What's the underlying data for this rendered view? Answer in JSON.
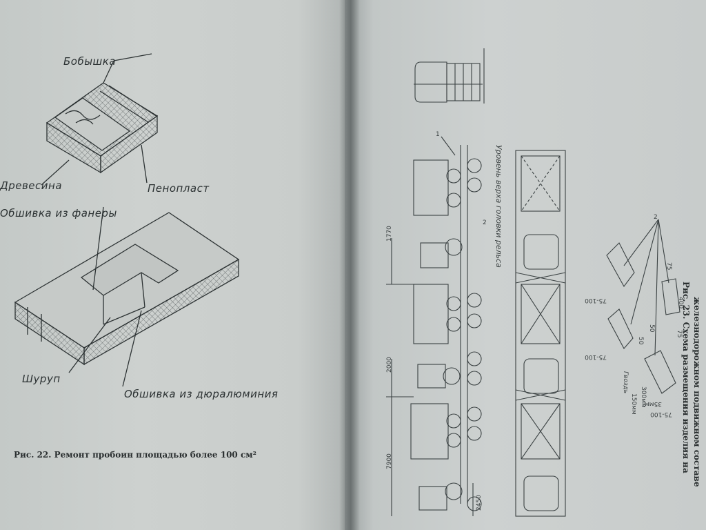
{
  "left_page": {
    "labels": {
      "boss": "Бобышка",
      "veneer": "Древесина",
      "foam": "Пенопласт",
      "plywood_skin": "Обшивка из фанеры",
      "screw": "Шуруп",
      "duralumin_skin": "Обшивка из дюралюминия"
    },
    "caption": "Рис. 22. Ремонт пробоин площадью более 100 см²"
  },
  "right_page": {
    "top_label": "Уровень верха головки рельса",
    "callout_1": "1",
    "callout_2": "2",
    "callout_2b": "2",
    "dimensions": {
      "d1": "1770",
      "d2": "2000",
      "d3": "7900",
      "d4": "2450",
      "d5": "75-100",
      "d6": "75-100",
      "d7": "75-100",
      "d8": "75",
      "d9": "400",
      "d10": "50",
      "d11": "50",
      "d12": "75",
      "d13": "300мм",
      "d14": "35мм",
      "d15": "150мм",
      "d16": "Гвоздь"
    },
    "caption_line1": "Рис. 23. Схема размещения изделия на",
    "caption_line2": "железнодорожном подвижном составе"
  }
}
